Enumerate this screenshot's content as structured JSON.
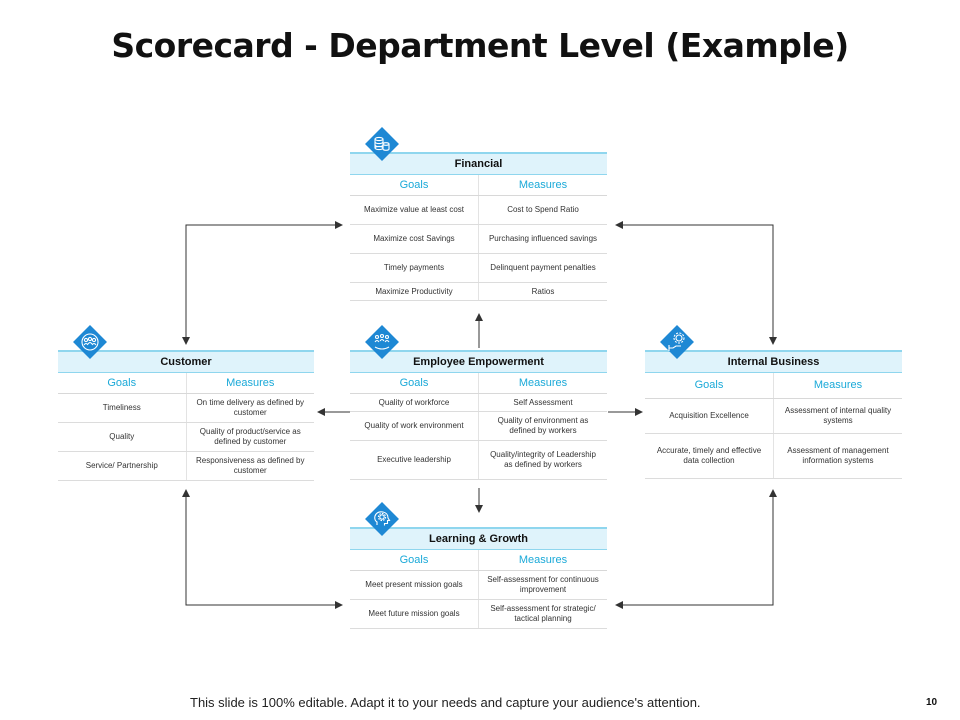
{
  "title": "Scorecard - Department Level (Example)",
  "footer": "This slide is 100% editable. Adapt it to your needs and capture your audience's attention.",
  "page_number": "10",
  "accent_color": "#1aa9d8",
  "header_fill": "#dff3fb",
  "cards": {
    "financial": {
      "icon": "coins-icon",
      "heading": "Financial",
      "goals_label": "Goals",
      "measures_label": "Measures",
      "rows": [
        {
          "goal": "Maximize  value at least cost",
          "measure": "Cost to Spend  Ratio"
        },
        {
          "goal": "Maximize  cost Savings",
          "measure": "Purchasing  influenced savings"
        },
        {
          "goal": "Timely payments",
          "measure": "Delinquent payment penalties"
        },
        {
          "goal": "Maximize Productivity",
          "measure": "Ratios"
        }
      ]
    },
    "customer": {
      "icon": "customers-group-icon",
      "heading": "Customer",
      "goals_label": "Goals",
      "measures_label": "Measures",
      "rows": [
        {
          "goal": "Timeliness",
          "measure": "On time delivery as defined by customer"
        },
        {
          "goal": "Quality",
          "measure": "Quality of product/service as defined by customer"
        },
        {
          "goal": "Service/ Partnership",
          "measure": "Responsiveness as defined by customer"
        }
      ]
    },
    "employee": {
      "icon": "team-icon",
      "heading": "Employee Empowerment",
      "goals_label": "Goals",
      "measures_label": "Measures",
      "rows": [
        {
          "goal": "Quality of workforce",
          "measure": "Self Assessment"
        },
        {
          "goal": "Quality of work environment",
          "measure": "Quality of environment as defined by workers"
        },
        {
          "goal": "Executive leadership",
          "measure": "Quality/integrity of Leadership  as defined by workers"
        }
      ]
    },
    "internal": {
      "icon": "gear-hand-icon",
      "heading": "Internal Business",
      "goals_label": "Goals",
      "measures_label": "Measures",
      "rows": [
        {
          "goal": "Acquisition Excellence",
          "measure": "Assessment of internal quality systems"
        },
        {
          "goal": "Accurate, timely and effective data collection",
          "measure": "Assessment of management information systems"
        }
      ]
    },
    "learning": {
      "icon": "brain-gear-icon",
      "heading": "Learning & Growth",
      "goals_label": "Goals",
      "measures_label": "Measures",
      "rows": [
        {
          "goal": "Meet present mission goals",
          "measure": "Self-assessment for continuous improvement"
        },
        {
          "goal": "Meet future mission goals",
          "measure": "Self-assessment for strategic/ tactical planning"
        }
      ]
    }
  }
}
